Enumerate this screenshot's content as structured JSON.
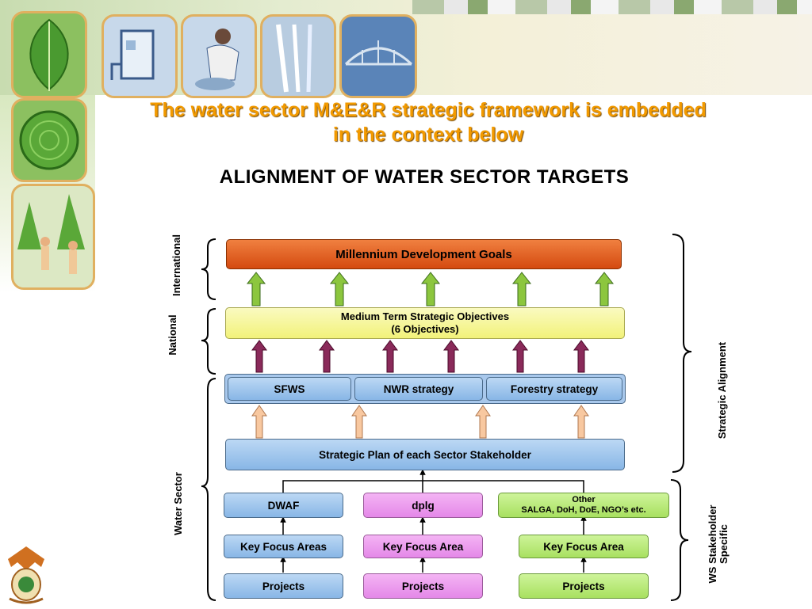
{
  "title": {
    "line1": "The water sector M&E&R strategic framework  is embedded",
    "line2": "in the context below"
  },
  "subtitle": "ALIGNMENT OF WATER SECTOR TARGETS",
  "diagram": {
    "mdg": "Millennium Development Goals",
    "mtso_line1": "Medium Term Strategic Objectives",
    "mtso_line2": "(6 Objectives)",
    "strategies": [
      "SFWS",
      "NWR strategy",
      "Forestry strategy"
    ],
    "strategic_plan": "Strategic Plan of each Sector Stakeholder",
    "stakeholders": {
      "dwaf": "DWAF",
      "dplg": "dplg",
      "other_line1": "Other",
      "other_line2": "SALGA, DoH, DoE, NGO’s etc."
    },
    "key_focus": [
      "Key Focus Areas",
      "Key Focus Area",
      "Key Focus Area"
    ],
    "projects": [
      "Projects",
      "Projects",
      "Projects"
    ]
  },
  "labels": {
    "international": "International",
    "national": "National",
    "water_sector": "Water Sector",
    "strategic_alignment": "Strategic Alignment",
    "ws_stakeholder_line1": "WS Stakeholder",
    "ws_stakeholder_line2": "Specific"
  },
  "colors": {
    "title": "#f29a00",
    "mdg": "#d44a10",
    "mtso": "#f2f27a",
    "blue": "#88b6e6",
    "pink": "#e488e8",
    "lime": "#a8e060",
    "arrow_green": "#8cc63e",
    "arrow_maroon": "#8a2a5a",
    "arrow_peach": "#f8c8a0"
  },
  "icons": [
    "leaf-icon",
    "tree-stump-icon",
    "trees-people-icon",
    "water-tank-icon",
    "washing-person-icon",
    "waterfall-icon",
    "bridge-icon",
    "coat-of-arms-icon"
  ]
}
